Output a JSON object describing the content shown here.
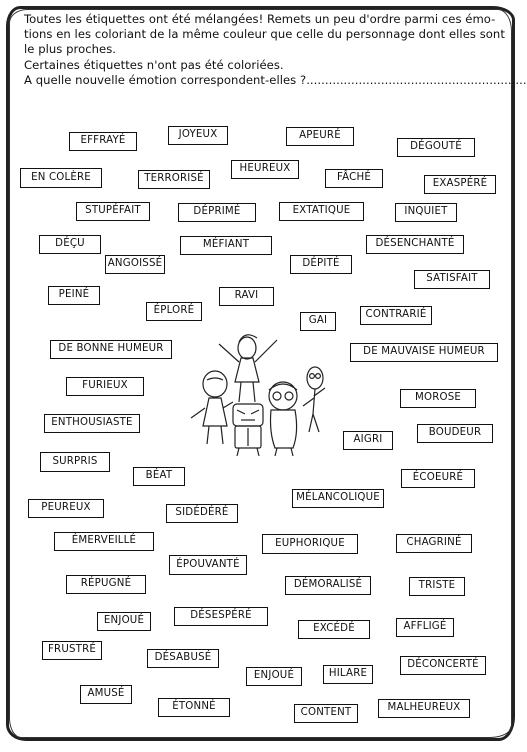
{
  "instructions": {
    "line1": "Toutes les étiquettes ont été mélangées! Remets un peu d'ordre parmi ces émo-",
    "line2": "tions en les coloriant de la même couleur que celle du personnage dont elles sont",
    "line3": "le plus proches.",
    "line4": "Certaines étiquettes n'ont pas été coloriées.",
    "line5": "A quelle nouvelle émotion correspondent-elles ?..........................................................."
  },
  "labels": {
    "effraye": "EFFRAYÉ",
    "joyeux": "JOYEUX",
    "apeure": "APEURÉ",
    "degoute": "DÉGOUTÉ",
    "en_colere": "EN COLÈRE",
    "terrorise": "TERRORISÉ",
    "heureux": "HEUREUX",
    "fache": "FÂCHÉ",
    "exaspere": "EXASPÉRÉ",
    "stupefait": "STUPÉFAIT",
    "deprime": "DÉPRIMÉ",
    "extatique": "EXTATIQUE",
    "inquiet": "INQUIET",
    "decu": "DÉÇU",
    "mefiant": "MÉFIANT",
    "desenchante": "DÉSENCHANTÉ",
    "angoisse": "ANGOISSÉ",
    "depite": "DÉPITÉ",
    "satisfait": "SATISFAIT",
    "peine": "PEINÉ",
    "ravi": "RAVI",
    "eplore": "ÉPLORÉ",
    "gai": "GAI",
    "contrarie": "CONTRARIÉ",
    "de_bonne_humeur": "DE BONNE HUMEUR",
    "de_mauvaise_humeur": "DE MAUVAISE HUMEUR",
    "furieux": "FURIEUX",
    "morose": "MOROSE",
    "enthousiaste": "ENTHOUSIASTE",
    "aigri": "AIGRI",
    "boudeur": "BOUDEUR",
    "surpris": "SURPRIS",
    "beat": "BÉAT",
    "ecoeure": "ÉCOEURÉ",
    "peureux": "PEUREUX",
    "sidedere": "SIDÉDÉRÉ",
    "melancolique": "MÉLANCOLIQUE",
    "emerveille": "ÉMERVEILLÉ",
    "euphorique": "EUPHORIQUE",
    "chagrine": "CHAGRINÉ",
    "epouvante": "ÉPOUVANTÉ",
    "repugne": "RÉPUGNÉ",
    "demoralise": "DÉMORALISÉ",
    "triste": "TRISTE",
    "enjoue": "ENJOUÉ",
    "desespere": "DÉSESPÉRÉ",
    "excede": "EXCÉDÉ",
    "afflige": "AFFLIGÉ",
    "frustre": "FRUSTRÉ",
    "desabuse": "DÉSABUSÉ",
    "hilare": "HILARE",
    "deconcerte": "DÉCONCERTÉ",
    "amuse": "AMUSÉ",
    "etonne": "ÉTONNÉ",
    "contente": "CONTENT",
    "malheureux": "MALHEUREUX"
  }
}
